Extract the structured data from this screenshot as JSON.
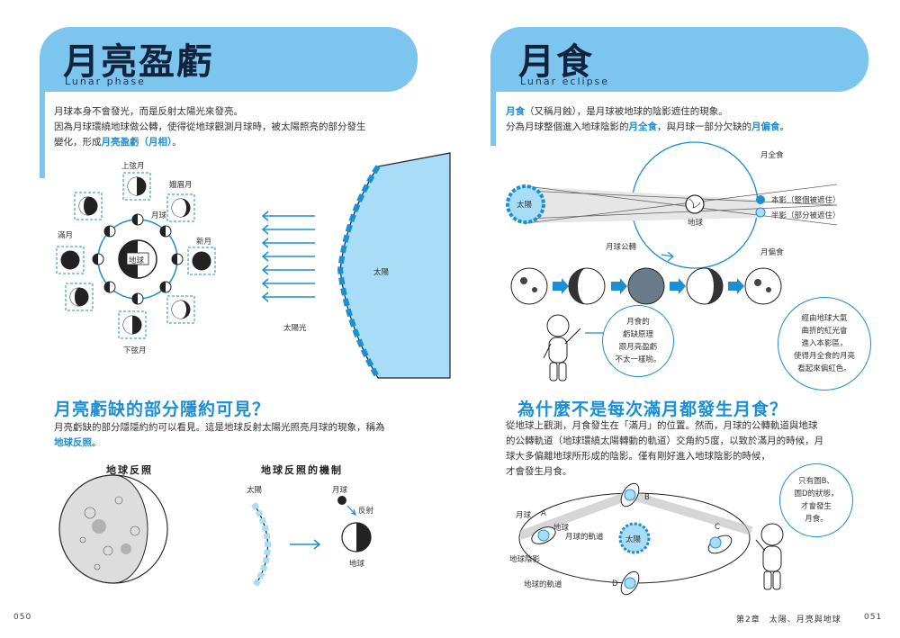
{
  "left": {
    "title": "月亮盈虧",
    "subtitle": "Lunar phase",
    "intro": {
      "line1": "月球本身不會發光，而是反射太陽光來發亮。",
      "line2": "因為月球環繞地球做公轉，使得從地球觀測月球時，被太陽照亮的部分發生",
      "line3_pre": "變化，形成",
      "line3_hl": "月亮盈虧（月相）",
      "line3_post": "。"
    },
    "phase_diagram": {
      "labels": {
        "first_quarter": "上弦月",
        "waxing_crescent": "娥眉月",
        "moon": "月球",
        "full_moon": "滿月",
        "new_moon": "新月",
        "earth": "地球",
        "last_quarter": "下弦月",
        "sunlight": "太陽光",
        "sun": "太陽"
      }
    },
    "section2": {
      "heading": "月亮虧缺的部分隱約可見？",
      "line1": "月亮虧缺的部分隱隱約約可以看見。這是地球反射太陽光照亮月球的現象，稱為",
      "line2_hl": "地球反照",
      "line2_post": "。",
      "fig1_title": "地球反照",
      "fig2_title": "地球反照的機制",
      "fig2_labels": {
        "sun": "太陽",
        "moon": "月球",
        "reflect": "反射",
        "earth": "地球"
      }
    },
    "page_number": "050"
  },
  "right": {
    "title": "月食",
    "subtitle": "Lunar eclipse",
    "intro": {
      "l1_hl": "月食",
      "l1_post": "（又稱月蝕），是月球被地球的陰影遮住的現象。",
      "l2_pre": "分為月球整個進入地球陰影的",
      "l2_hl1": "月全食",
      "l2_mid": "，與月球一部分欠缺的",
      "l2_hl2": "月偏食",
      "l2_post": "。"
    },
    "eclipse_diagram": {
      "labels": {
        "total": "月全食",
        "sun": "太陽",
        "umbra": "本影（整個被遮住）",
        "penumbra": "半影（部分被遮住）",
        "earth": "地球",
        "orbit": "月球公轉",
        "partial": "月偏食"
      }
    },
    "bubble1": {
      "l1": "月食的",
      "l2": "虧缺原理",
      "l3": "跟月亮盈虧",
      "l4": "不太一樣喲。"
    },
    "bubble2": {
      "l1": "經由地球大氣",
      "l2": "曲折的紅光會",
      "l3": "進入本影區，",
      "l4": "使得月全食的月亮",
      "l5": "看起來偏紅色。"
    },
    "section2": {
      "heading": "為什麼不是每次滿月都發生月食？",
      "line1": "從地球上觀測，月食發生在「滿月」的位置。然而，月球的公轉軌道與地球",
      "line2": "的公轉軌道（地球環繞太陽轉動的軌道）交角約5度，以致於滿月的時候，月",
      "line3": "球大多偏離地球所形成的陰影。僅有剛好進入地球陰影的時候，",
      "line4": "才會發生月食。"
    },
    "bubble3": {
      "l1": "只有圖B、",
      "l2": "圖D的狀態，",
      "l3": "才會發生",
      "l4": "月食。"
    },
    "orbit_diagram": {
      "labels": {
        "moon": "月球",
        "a": "A",
        "earth": "地球",
        "moon_orbit": "月球的軌道",
        "sun": "太陽",
        "b": "B",
        "c": "C",
        "d": "D",
        "shadow": "地球陰影",
        "earth_orbit": "地球的軌道"
      }
    },
    "footer_chapter": "第2章　太陽、月亮與地球",
    "page_number": "051"
  },
  "colors": {
    "accent": "#1a8fd6",
    "banner": "#7cc5ef",
    "light_blue": "#a9dcf7"
  }
}
